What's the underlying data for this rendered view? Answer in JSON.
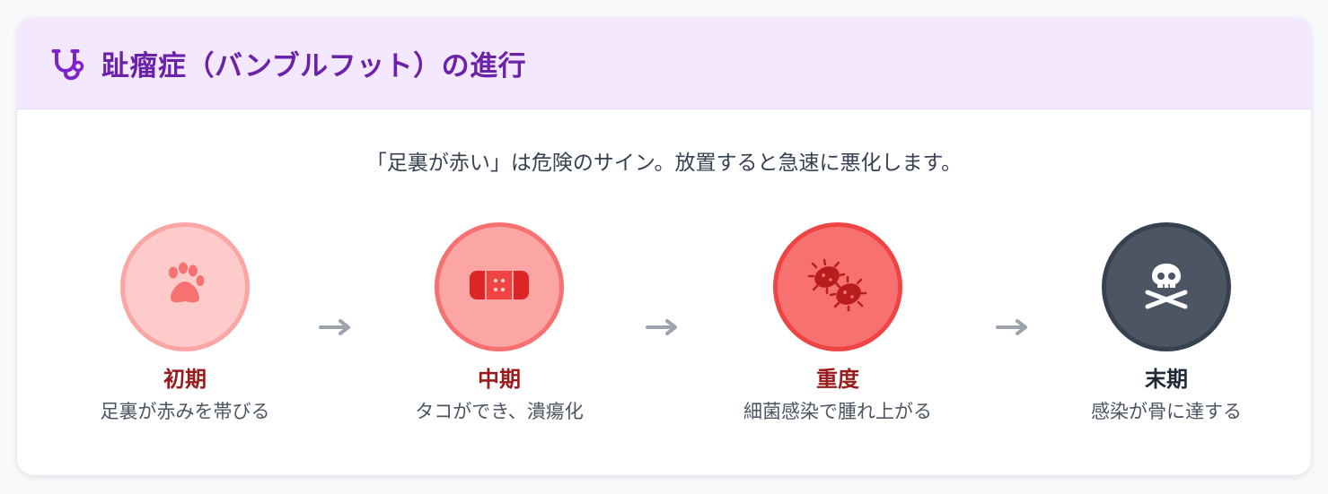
{
  "header": {
    "title": "趾瘤症（バンブルフット）の進行",
    "icon": "stethoscope-icon",
    "color": "#6b21a8"
  },
  "subtitle": "「足裏が赤い」は危険のサイン。放置すると急速に悪化します。",
  "stages": [
    {
      "name": "初期",
      "description": "足裏が赤みを帯びる",
      "icon": "paw-icon",
      "circle_fill": "#fecaca",
      "circle_border": "#fca5a5",
      "icon_color": "#f87171",
      "name_color": "#991b1b"
    },
    {
      "name": "中期",
      "description": "タコができ、潰瘍化",
      "icon": "bandage-icon",
      "circle_fill": "#fca5a5",
      "circle_border": "#f87171",
      "icon_color": "#dc2626",
      "name_color": "#991b1b"
    },
    {
      "name": "重度",
      "description": "細菌感染で腫れ上がる",
      "icon": "bacteria-icon",
      "circle_fill": "#f87171",
      "circle_border": "#ef4444",
      "icon_color": "#b91c1c",
      "name_color": "#991b1b"
    },
    {
      "name": "末期",
      "description": "感染が骨に達する",
      "icon": "skull-crossbones-icon",
      "circle_fill": "#4b5563",
      "circle_border": "#374151",
      "icon_color": "#ffffff",
      "name_color": "#1f2937"
    }
  ],
  "arrow_icon": "arrow-right-icon",
  "arrow_color": "#9ca3af"
}
